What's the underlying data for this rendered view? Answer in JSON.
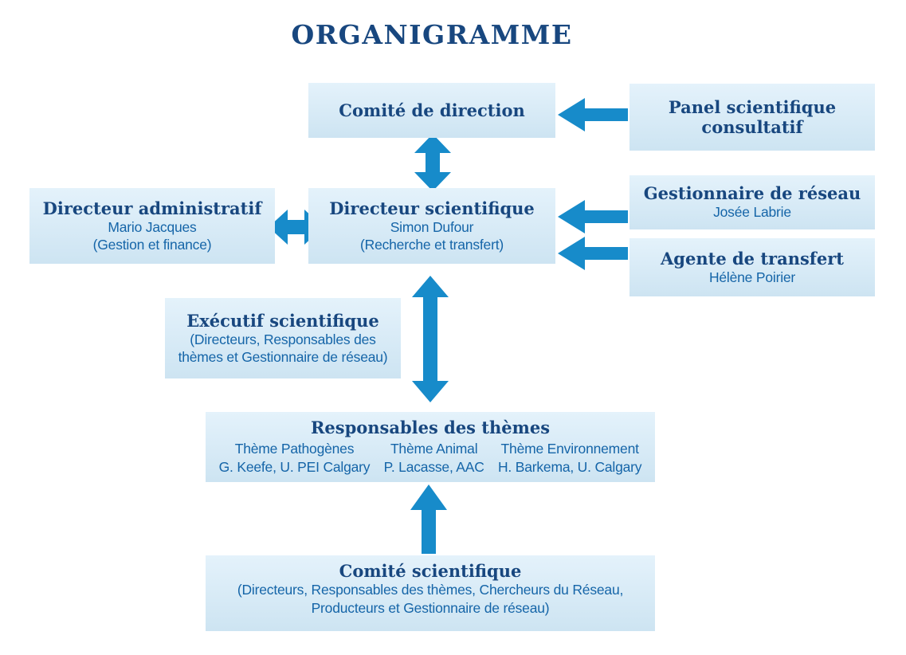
{
  "title": "ORGANIGRAMME",
  "colors": {
    "heading_navy": "#18477f",
    "subtext_blue": "#1565a8",
    "arrow_blue": "#178bca",
    "box_gradient_top": "#e4f2fb",
    "box_gradient_bottom": "#cde4f2",
    "background": "#ffffff"
  },
  "boxes": {
    "comite_direction": {
      "title": "Comité de direction"
    },
    "panel_scientifique": {
      "title": "Panel scientifique consultatif"
    },
    "directeur_administratif": {
      "title": "Directeur administratif",
      "person": "Mario Jacques",
      "role": "(Gestion et finance)"
    },
    "directeur_scientifique": {
      "title": "Directeur scientifique",
      "person": "Simon Dufour",
      "role": "(Recherche et transfert)"
    },
    "gestionnaire_reseau": {
      "title": "Gestionnaire de réseau",
      "person": "Josée Labrie"
    },
    "agente_transfert": {
      "title": "Agente de transfert",
      "person": "Hélène Poirier"
    },
    "executif_scientifique": {
      "title": "Exécutif scientifique",
      "members_line1": "(Directeurs, Responsables des",
      "members_line2": "thèmes et Gestionnaire de réseau)"
    },
    "responsables_themes": {
      "title": "Responsables des thèmes",
      "columns": [
        {
          "theme": "Thème Pathogènes",
          "lead": "G. Keefe, U. PEI Calgary"
        },
        {
          "theme": "Thème Animal",
          "lead": "P. Lacasse, AAC"
        },
        {
          "theme": "Thème Environnement",
          "lead": "H. Barkema, U. Calgary"
        }
      ]
    },
    "comite_scientifique": {
      "title": "Comité scientifique",
      "members_line1": "(Directeurs, Responsables des thèmes, Chercheurs du Réseau,",
      "members_line2": "Producteurs et Gestionnaire de réseau)"
    }
  }
}
